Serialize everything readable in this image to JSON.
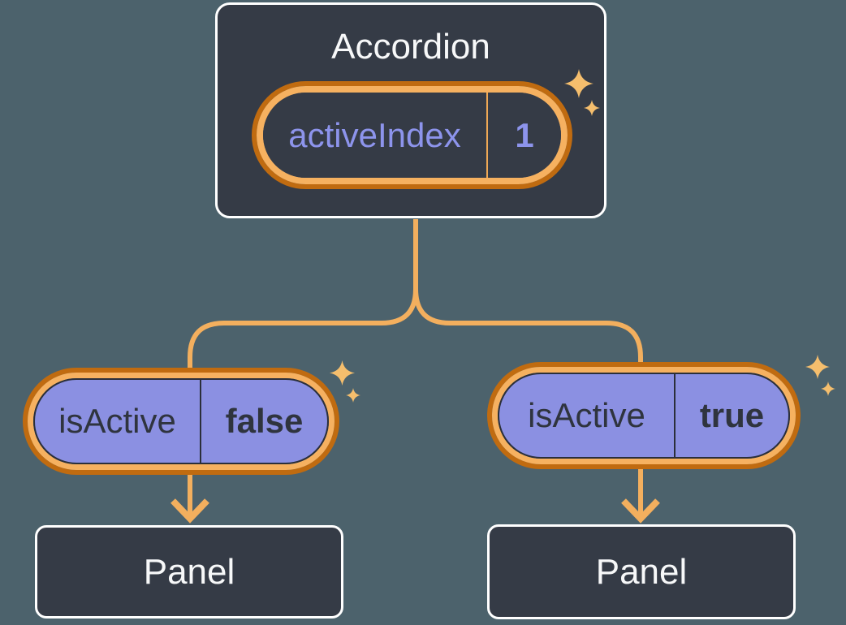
{
  "colors": {
    "page_bg": "#4C626C",
    "card_bg": "#353B46",
    "card_border": "#FFFFFF",
    "connector": "#F3AF5E",
    "ring_outer": "#C06B10",
    "ring_inner": "#F6B160",
    "pill_fill": "#8B90E2",
    "pill_dark": "#2B2F3A",
    "state_text": "#8D94EC",
    "label_text": "#2F343E",
    "title_text": "#F7F8F9",
    "sparkle": "#F5BE6D",
    "tan_divider": "#EFA855"
  },
  "diagram": {
    "root": {
      "title": "Accordion",
      "state_pill": {
        "label": "activeIndex",
        "value": "1"
      }
    },
    "children": [
      {
        "prop_pill": {
          "label": "isActive",
          "value": "false"
        },
        "panel_title": "Panel"
      },
      {
        "prop_pill": {
          "label": "isActive",
          "value": "true"
        },
        "panel_title": "Panel"
      }
    ],
    "icons": {
      "sparkle": "sparkle-icon",
      "arrow": "arrow-down-icon"
    }
  }
}
